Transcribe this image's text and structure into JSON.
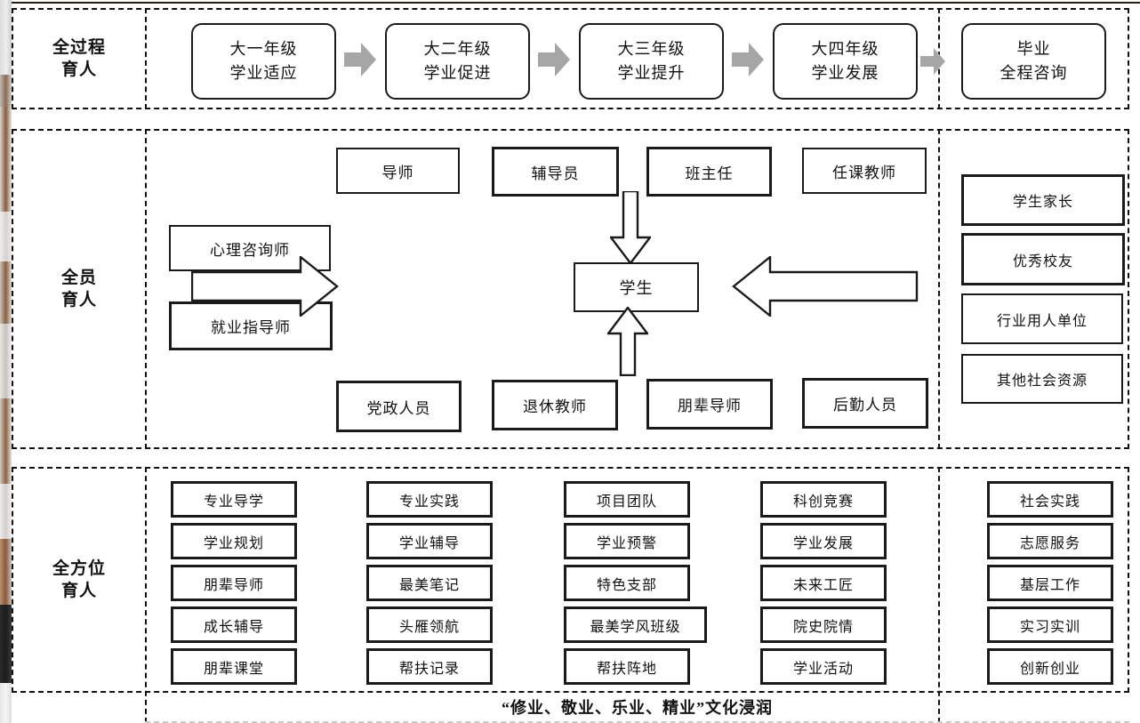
{
  "figure": {
    "title_row1": {
      "label": "全过程\n育人"
    },
    "colors": {
      "line": "#1a1a1a",
      "grey_arrow": "#a6a6a6",
      "dashed": "#111111",
      "background": "#ffffff"
    }
  },
  "row_process": {
    "label_line1": "全过程",
    "label_line2": "育人",
    "stages": [
      {
        "line1": "大一年级",
        "line2": "学业适应"
      },
      {
        "line1": "大二年级",
        "line2": "学业促进"
      },
      {
        "line1": "大三年级",
        "line2": "学业提升"
      },
      {
        "line1": "大四年级",
        "line2": "学业发展"
      }
    ],
    "final_stage": {
      "line1": "毕业",
      "line2": "全程咨询"
    },
    "arrow_icons": [
      "right-arrow-icon",
      "right-arrow-icon",
      "right-arrow-icon",
      "right-arrow-icon"
    ]
  },
  "row_people": {
    "label_line1": "全员",
    "label_line2": "育人",
    "top_boxes": [
      "导师",
      "辅导员",
      "班主任",
      "任课教师"
    ],
    "left_boxes": [
      "心理咨询师",
      "就业指导师"
    ],
    "bottom_boxes": [
      "党政人员",
      "退休教师",
      "朋辈导师",
      "后勤人员"
    ],
    "center_box": "学生",
    "right_boxes": [
      "学生家长",
      "优秀校友",
      "行业用人单位",
      "其他社会资源"
    ]
  },
  "row_allround": {
    "label_line1": "全方位",
    "label_line2": "育人",
    "columns": [
      {
        "items": [
          "专业导学",
          "学业规划",
          "朋辈导师",
          "成长辅导",
          "朋辈课堂"
        ]
      },
      {
        "items": [
          "专业实践",
          "学业辅导",
          "最美笔记",
          "头雁领航",
          "帮扶记录"
        ]
      },
      {
        "items": [
          "项目团队",
          "学业预警",
          "特色支部",
          "最美学风班级",
          "帮扶阵地"
        ]
      },
      {
        "items": [
          "科创竞赛",
          "学业发展",
          "未来工匠",
          "院史院情",
          "学业活动"
        ]
      }
    ],
    "right_column": {
      "items": [
        "社会实践",
        "志愿服务",
        "基层工作",
        "实习实训",
        "创新创业"
      ]
    }
  },
  "footer": {
    "caption": "“修业、敬业、乐业、精业”文化浸润"
  }
}
